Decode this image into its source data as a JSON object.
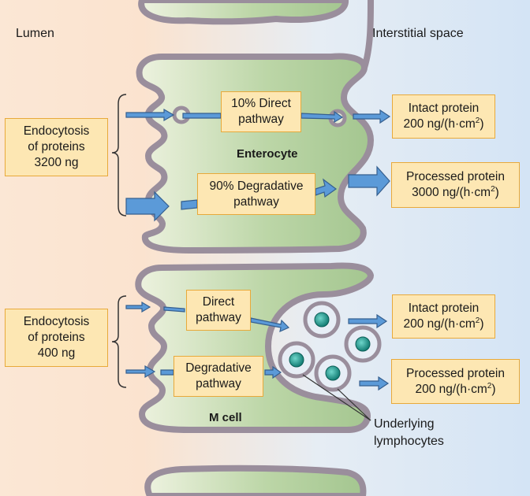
{
  "regions": {
    "lumen": "Lumen",
    "interstitial": "Interstitial space"
  },
  "cells": {
    "enterocyte": "Enterocyte",
    "m_cell": "M cell",
    "lymphocytes_line1": "Underlying",
    "lymphocytes_line2": "lymphocytes"
  },
  "enterocyte": {
    "input": {
      "line1": "Endocytosis",
      "line2": "of proteins",
      "line3": "3200 ng"
    },
    "direct": {
      "line1": "10% Direct",
      "line2": "pathway"
    },
    "degradative": {
      "line1": "90% Degradative",
      "line2": "pathway"
    },
    "intact": {
      "line1": "Intact protein",
      "line2": "200 ng/(h·cm",
      "exp": "2",
      "close": ")"
    },
    "processed": {
      "line1": "Processed protein",
      "line2": "3000 ng/(h·cm",
      "exp": "2",
      "close": ")"
    }
  },
  "m_cell": {
    "input": {
      "line1": "Endocytosis",
      "line2": "of proteins",
      "line3": "400 ng"
    },
    "direct": {
      "line1": "Direct",
      "line2": "pathway"
    },
    "degradative": {
      "line1": "Degradative",
      "line2": "pathway"
    },
    "intact": {
      "line1": "Intact protein",
      "line2": "200 ng/(h·cm",
      "exp": "2",
      "close": ")"
    },
    "processed": {
      "line1": "Processed protein",
      "line2": "200 ng/(h·cm",
      "exp": "2",
      "close": ")"
    }
  },
  "colors": {
    "lumen": "#fbe6d3",
    "interstitial": "#d6e6f6",
    "cell_fill": "#b9d5a5",
    "membrane": "#9a8e9c",
    "box_fill": "#fde7b3",
    "box_border": "#e8a93a",
    "arrow": "#5b9ad8",
    "lymphocyte_nucleus": "#22a79c"
  }
}
